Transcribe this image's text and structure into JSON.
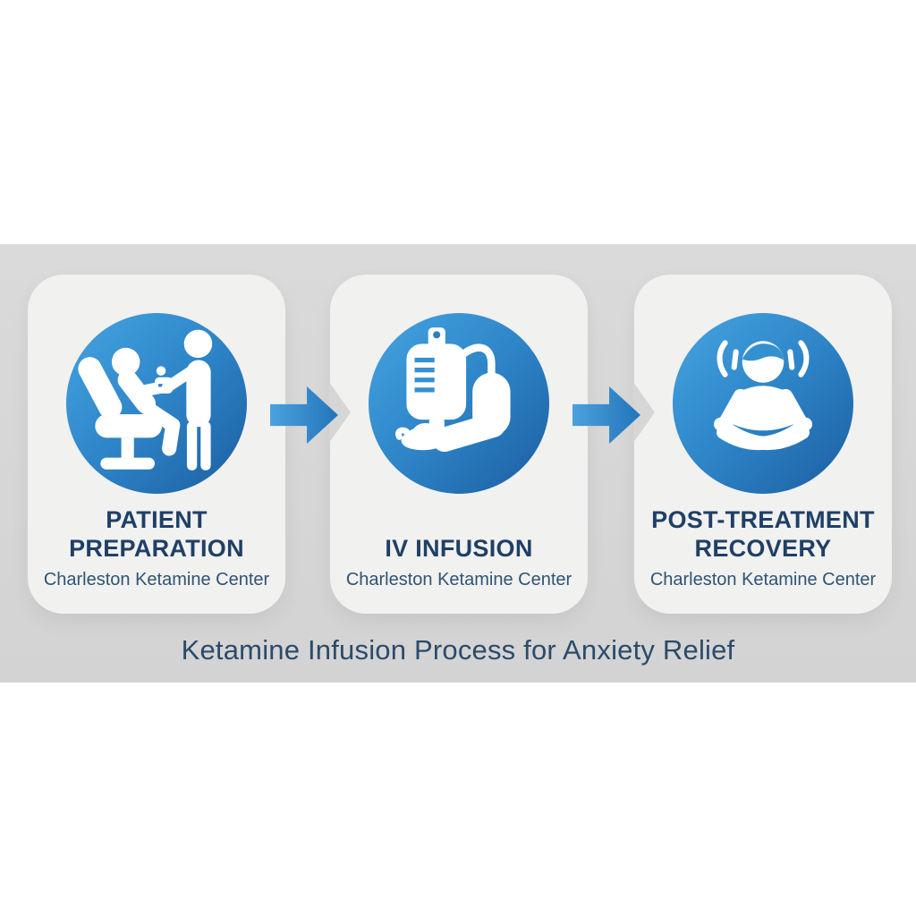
{
  "banner": {
    "title": "Ketamine Infusion Process for Anxiety Relief"
  },
  "steps": [
    {
      "title": "PATIENT PREPARATION",
      "subtitle": "Charleston Ketamine Center",
      "icon": "patient-in-chair-with-clinician-icon"
    },
    {
      "title": "IV INFUSION",
      "subtitle": "Charleston Ketamine Center",
      "icon": "iv-bag-and-arm-icon"
    },
    {
      "title": "POST-TREATMENT RECOVERY",
      "subtitle": "Charleston Ketamine Center",
      "icon": "meditating-person-icon"
    }
  ],
  "colors": {
    "band_gray": "#d6d6d6",
    "card_bg": "#f1f1f0",
    "circle_gradient_light": "#46a4e1",
    "circle_gradient_dark": "#1c5da1",
    "arrow_gradient_light": "#4aa2dc",
    "arrow_gradient_dark": "#2374bb",
    "title_navy": "#1f4066",
    "subtitle_navy": "#2f5474",
    "banner_navy": "#2b4b6a"
  }
}
